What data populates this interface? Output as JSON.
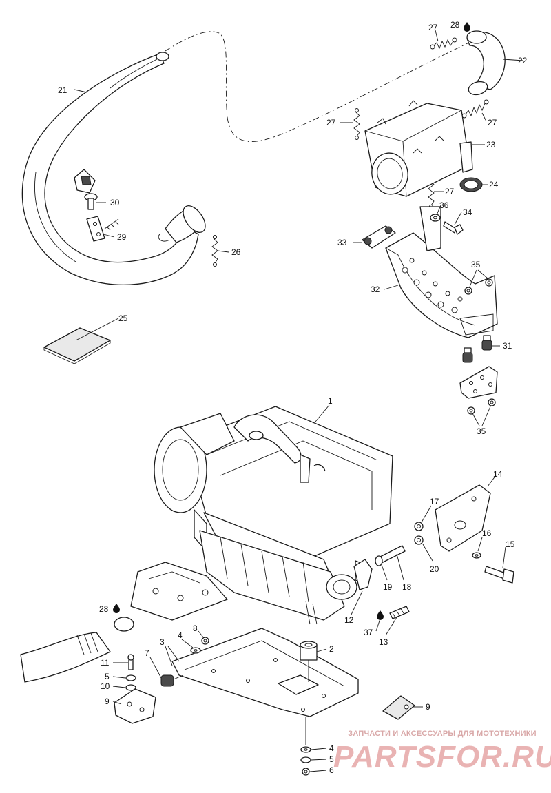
{
  "callouts": {
    "c1": "1",
    "c2": "2",
    "c3": "3",
    "c4a": "4",
    "c4b": "4",
    "c5a": "5",
    "c5b": "5",
    "c6": "6",
    "c7": "7",
    "c8": "8",
    "c9a": "9",
    "c9b": "9",
    "c10": "10",
    "c11": "11",
    "c12": "12",
    "c13": "13",
    "c14": "14",
    "c15": "15",
    "c16": "16",
    "c17": "17",
    "c18": "18",
    "c19": "19",
    "c20": "20",
    "c21": "21",
    "c22": "22",
    "c23": "23",
    "c24": "24",
    "c25": "25",
    "c26": "26",
    "c27a": "27",
    "c27b": "27",
    "c27c": "27",
    "c27d": "27",
    "c28a": "28",
    "c28b": "28",
    "c29": "29",
    "c30": "30",
    "c31": "31",
    "c32": "32",
    "c33": "33",
    "c34": "34",
    "c35a": "35",
    "c35b": "35",
    "c36": "36",
    "c37": "37"
  },
  "watermark": {
    "tagline": "ЗАПЧАСТИ И АКСЕССУАРЫ ДЛЯ МОТОТЕХНИКИ",
    "logo": "PARTSFOR.RU"
  },
  "colors": {
    "line": "#1a1a1a",
    "watermark": "#e9b3b3"
  }
}
